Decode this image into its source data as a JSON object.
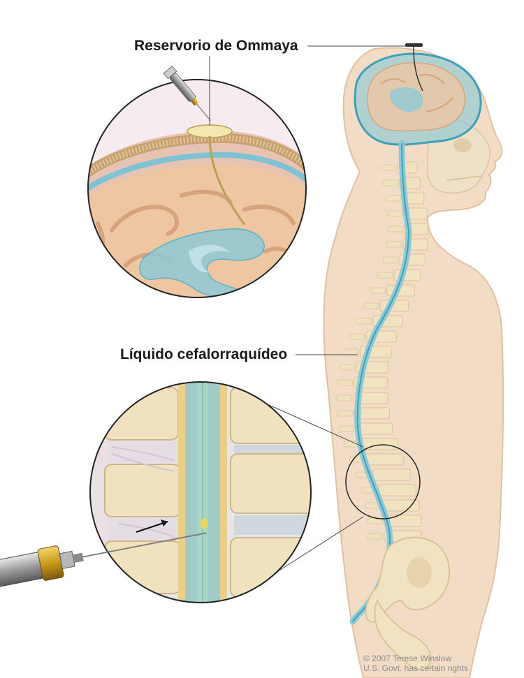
{
  "labels": {
    "ommaya_reservoir": "Reservorio de Ommaya",
    "cerebrospinal_fluid": "Líquido cefalorraquídeo"
  },
  "credit": {
    "line1": "© 2007 Terese Winslow",
    "line2": "U.S. Govt. has certain rights"
  },
  "colors": {
    "skin": "#f3dcc6",
    "skin_outline": "#e2c1a3",
    "csf_blue": "#8ec9d6",
    "csf_blue_dark": "#3fa0b8",
    "brain": "#efc6a2",
    "bone": "#f1e2c2",
    "bone_shadow": "#d9c39a",
    "disc": "#cfd8dc"
  }
}
